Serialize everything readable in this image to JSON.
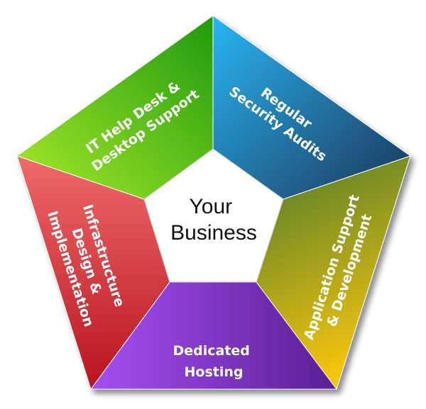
{
  "diagram": {
    "center": {
      "lines": [
        "Your",
        "Business"
      ]
    },
    "segments": [
      {
        "id": "it-help-desk",
        "lines": [
          "IT Help Desk &",
          "Desktop Support"
        ],
        "colors": [
          "#a8ea2a",
          "#1f9a0e"
        ]
      },
      {
        "id": "security-audits",
        "lines": [
          "Regular",
          "Security Audits"
        ],
        "colors": [
          "#29b6f3",
          "#1c3558"
        ]
      },
      {
        "id": "application-support",
        "lines": [
          "Application Support",
          "& Development"
        ],
        "colors": [
          "#4b7a2c",
          "#f6c40e"
        ]
      },
      {
        "id": "dedicated-hosting",
        "lines": [
          "Dedicated",
          "Hosting"
        ],
        "colors": [
          "#a64ef2",
          "#5a1f94"
        ]
      },
      {
        "id": "infrastructure",
        "lines": [
          "Infrastructure",
          "Design &",
          "Implementation"
        ],
        "colors": [
          "#ef6a6a",
          "#b8141f"
        ]
      }
    ]
  }
}
